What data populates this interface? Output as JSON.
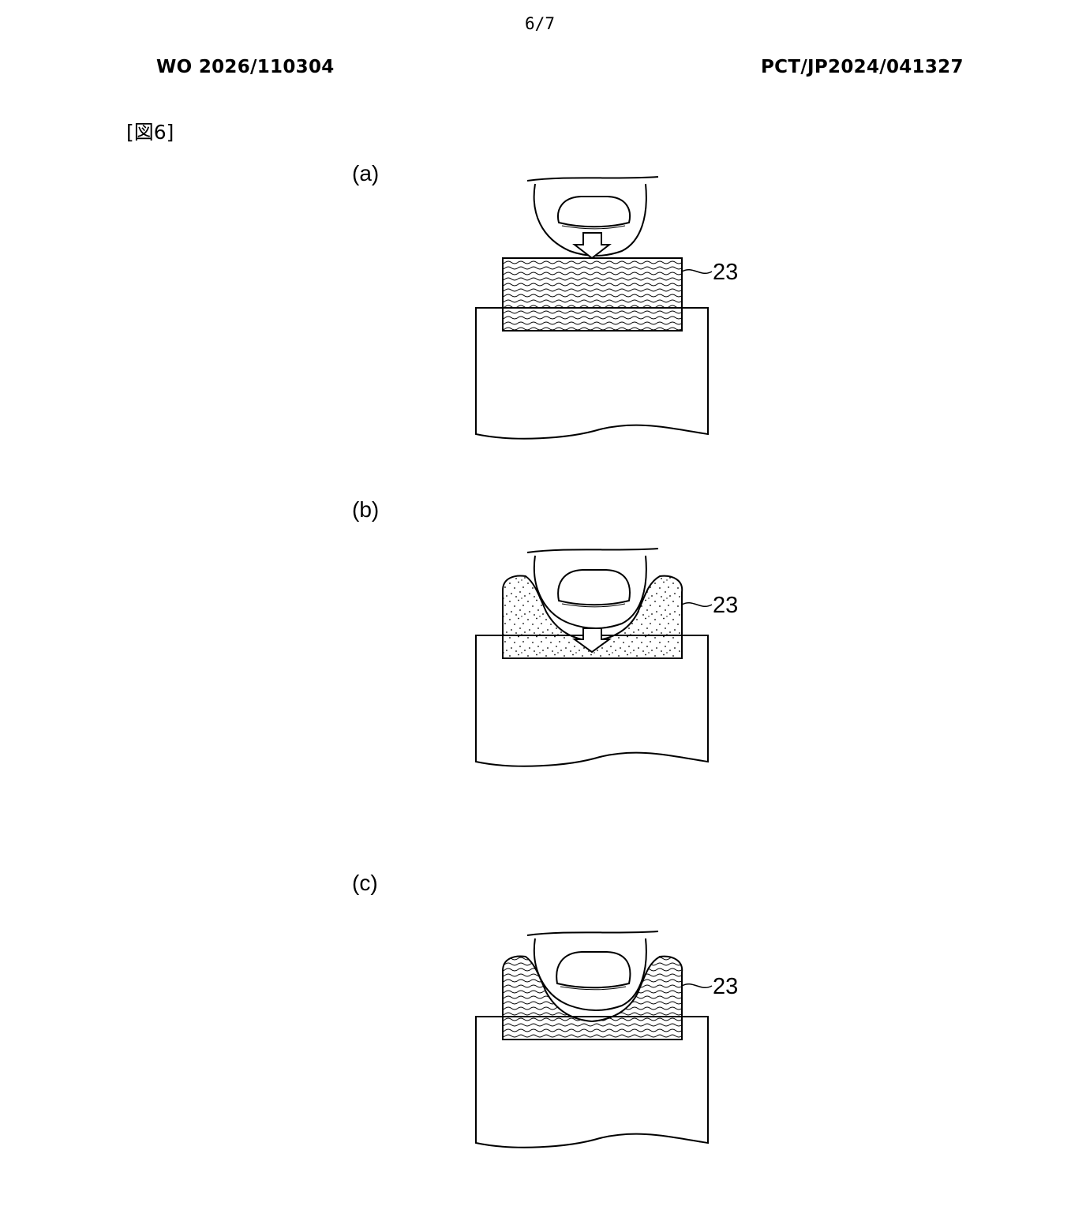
{
  "header": {
    "page_number": "6/7",
    "publication_number": "WO 2026/110304",
    "application_number": "PCT/JP2024/041327"
  },
  "figure": {
    "label": "[図6]",
    "panels": [
      {
        "label": "(a)",
        "ref": "23"
      },
      {
        "label": "(b)",
        "ref": "23"
      },
      {
        "label": "(c)",
        "ref": "23"
      }
    ]
  }
}
